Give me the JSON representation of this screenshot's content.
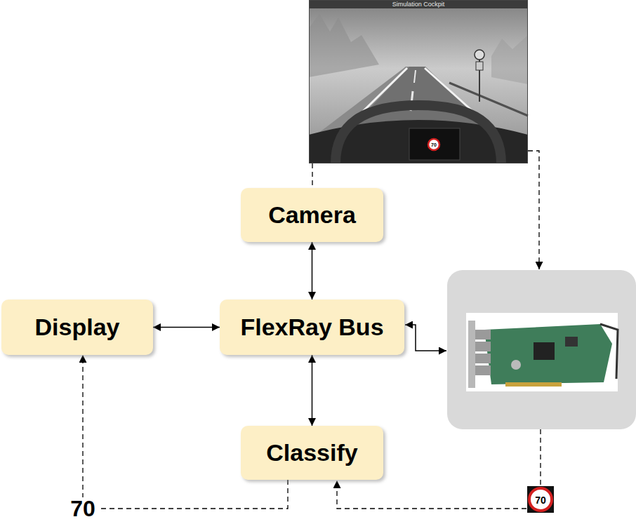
{
  "diagram": {
    "nodes": [
      {
        "text": [
          "Camera"
        ]
      },
      {
        "text": [
          "Display"
        ]
      },
      {
        "text": [
          "FlexRay Bus"
        ]
      },
      {
        "text": [
          "Classify"
        ]
      }
    ],
    "edges": [
      {
        "from": 0,
        "to": 2,
        "arrow": "both"
      },
      {
        "from": 1,
        "to": 2,
        "arrow": "both"
      },
      {
        "from": 2,
        "to": 3,
        "arrow": "both"
      },
      {
        "from": 3,
        "to": 1,
        "arrow": "to",
        "label": "70"
      }
    ],
    "labels": [
      "Simulation Cockpit",
      "70",
      "70"
    ]
  }
}
